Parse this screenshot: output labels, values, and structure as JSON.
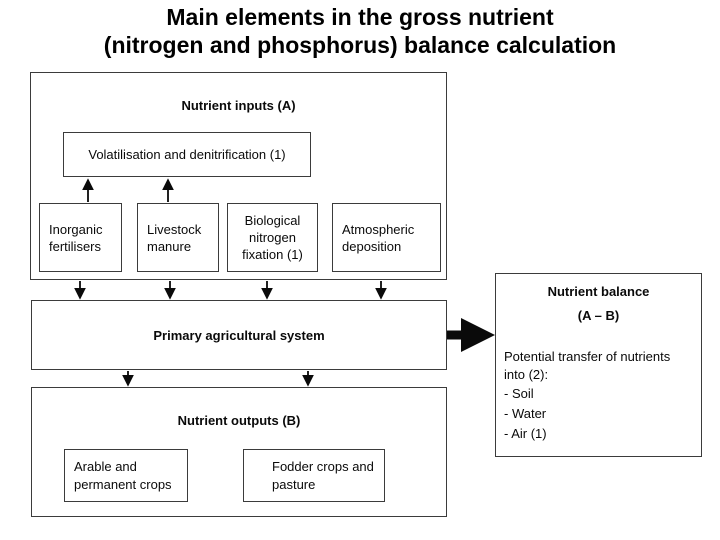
{
  "title": {
    "line1": "Main elements in the gross nutrient",
    "line2": "(nitrogen and phosphorus) balance calculation"
  },
  "diagram": {
    "inputs": {
      "header": "Nutrient inputs (A)",
      "volatilisation": "Volatilisation and denitrification (1)",
      "sources": [
        {
          "label": "Inorganic fertilisers"
        },
        {
          "label": "Livestock manure"
        },
        {
          "label": "Biological nitrogen fixation (1)"
        },
        {
          "label": "Atmospheric deposition"
        }
      ]
    },
    "primary_system": {
      "label": "Primary agricultural system"
    },
    "outputs": {
      "header": "Nutrient outputs (B)",
      "items": [
        {
          "label": "Arable and permanent crops"
        },
        {
          "label": "Fodder crops and pasture"
        }
      ]
    },
    "balance": {
      "header": "Nutrient balance",
      "formula": "(A – B)",
      "description": "Potential transfer of nutrients into (2):",
      "targets": [
        "- Soil",
        "- Water",
        "- Air (1)"
      ]
    }
  },
  "colors": {
    "background": "#ffffff",
    "border": "#3b3b3b",
    "text": "#0a0a0a",
    "arrow": "#0a0a0a"
  }
}
